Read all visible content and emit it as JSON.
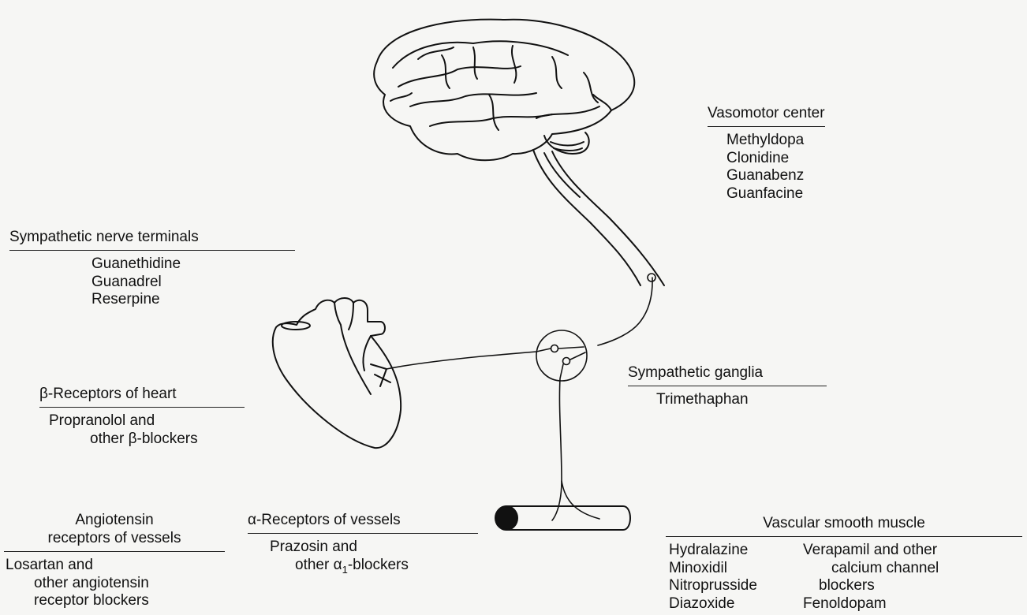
{
  "vasomotor": {
    "heading": "Vasomotor center",
    "drugs": [
      "Methyldopa",
      "Clonidine",
      "Guanabenz",
      "Guanfacine"
    ]
  },
  "nerve_terminals": {
    "heading": "Sympathetic nerve terminals",
    "drugs": [
      "Guanethidine",
      "Guanadrel",
      "Reserpine"
    ]
  },
  "ganglia": {
    "heading": "Sympathetic ganglia",
    "drugs": [
      "Trimethaphan"
    ]
  },
  "beta_heart": {
    "heading": "β-Receptors of heart",
    "drugs": [
      "Propranolol and",
      "other β-blockers"
    ]
  },
  "angiotensin": {
    "heading_line1": "Angiotensin",
    "heading_line2": "receptors of vessels",
    "drugs": [
      "Losartan and",
      "other angiotensin",
      "receptor blockers"
    ]
  },
  "alpha_vessels": {
    "heading": "α-Receptors of vessels",
    "drug_line1": "Prazosin and",
    "drug_line2_prefix": "other α",
    "drug_line2_sub": "1",
    "drug_line2_suffix": "-blockers"
  },
  "smooth_muscle": {
    "heading": "Vascular smooth muscle",
    "drugs_left": [
      "Hydralazine",
      "Minoxidil",
      "Nitroprusside",
      "Diazoxide"
    ],
    "drugs_right": [
      "Verapamil and other",
      "calcium channel",
      "blockers",
      "Fenoldopam"
    ]
  }
}
